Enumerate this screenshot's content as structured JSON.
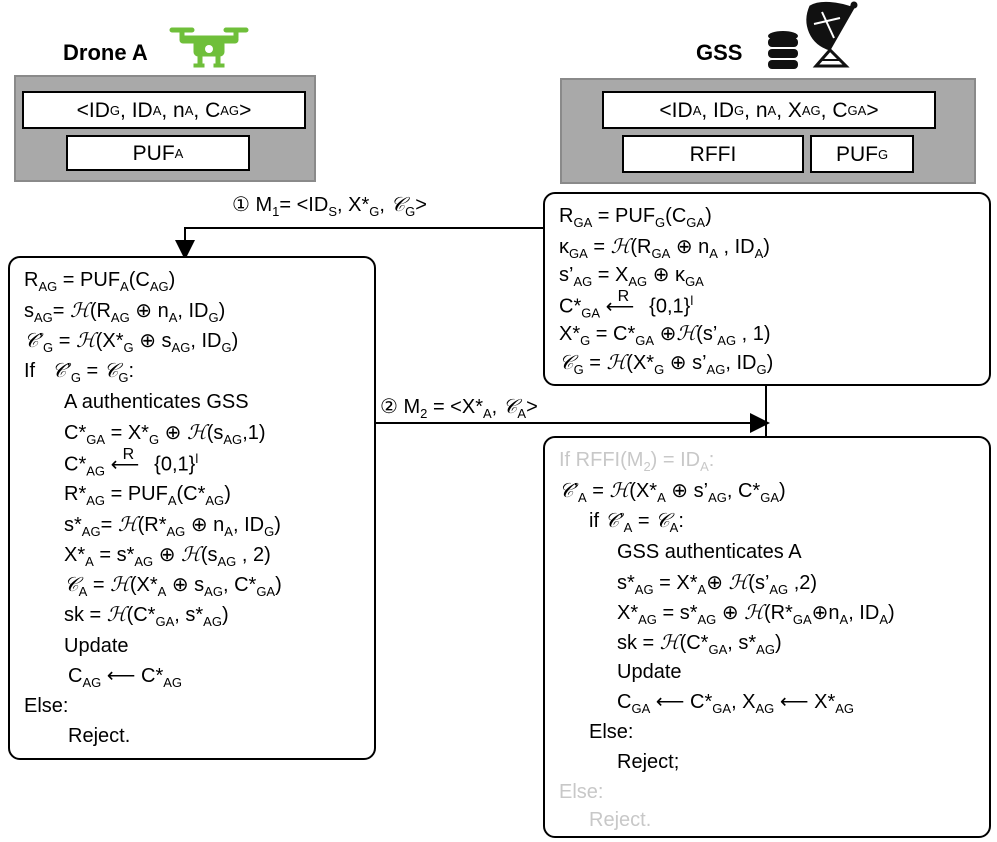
{
  "drone": {
    "title": "Drone A"
  },
  "gss": {
    "title": "GSS"
  },
  "drone_store": {
    "tuple": "<ID_G, ID_A, n_A, C_AG>",
    "puf": "PUF_A"
  },
  "gss_store": {
    "tuple": "<ID_A, ID_G, n_A, X_AG, C_GA>",
    "rffi": "RFFI",
    "puf": "PUF_G"
  },
  "messages": {
    "m1": "① M1= <IDS, X*G, 𝒞G>",
    "m2": "② M2 = <X*A, 𝒞A>"
  },
  "gss_top_panel": [
    "RGA = PUFG(CGA)",
    "κGA = ℋ(RGA ⊕ nA , IDA)",
    "s'AG = XAG ⊕ κGA",
    "C*GA ←R {0,1}l",
    "X*G = C*GA ⊕ℋ(s'AG , 1)",
    "𝒞G = ℋ(X*G ⊕ s'AG, IDG)"
  ],
  "drone_panel": [
    "RAG = PUFA(CAG)",
    "sAG= ℋ(RAG ⊕ nA, IDG)",
    "𝒞'G = ℋ(X*G ⊕ sAG, IDG)",
    "If 𝒞'G = 𝒞G:",
    "A authenticates GSS",
    "C*GA = X*G ⊕ ℋ(sAG,1)",
    "C*AG ←R {0,1}l",
    "R*AG = PUFA(C*AG)",
    "s*AG= ℋ(R*AG ⊕ nA, IDG)",
    "X*A = s*AG ⊕ ℋ(sAG , 2)",
    "𝒞A = ℋ(X*A ⊕ sAG, C*GA)",
    "sk = ℋ(C*GA, s*AG)",
    "Update",
    "CAG ← C*AG",
    "Else:",
    "Reject."
  ],
  "gss_bottom_panel": [
    "If RFFI(M2) = IDA:",
    "𝒞'A = ℋ(X*A ⊕ s'AG, C*GA)",
    "if 𝒞'A = 𝒞A:",
    "GSS authenticates A",
    "s*AG = X*A⊕ ℋ(s'AG ,2)",
    "X*AG = s*AG ⊕ ℋ(R*GA⊕nA, IDA)",
    "sk = ℋ(C*GA, s*AG)",
    "Update",
    "CGA ← C*GA, XAG ← X*AG",
    "Else:",
    "Reject;",
    "Else:",
    "Reject."
  ],
  "colors": {
    "drone_green": "#6fbf3a",
    "store_gray": "#a9a9a9",
    "faded_text": "#c8c8c8"
  }
}
